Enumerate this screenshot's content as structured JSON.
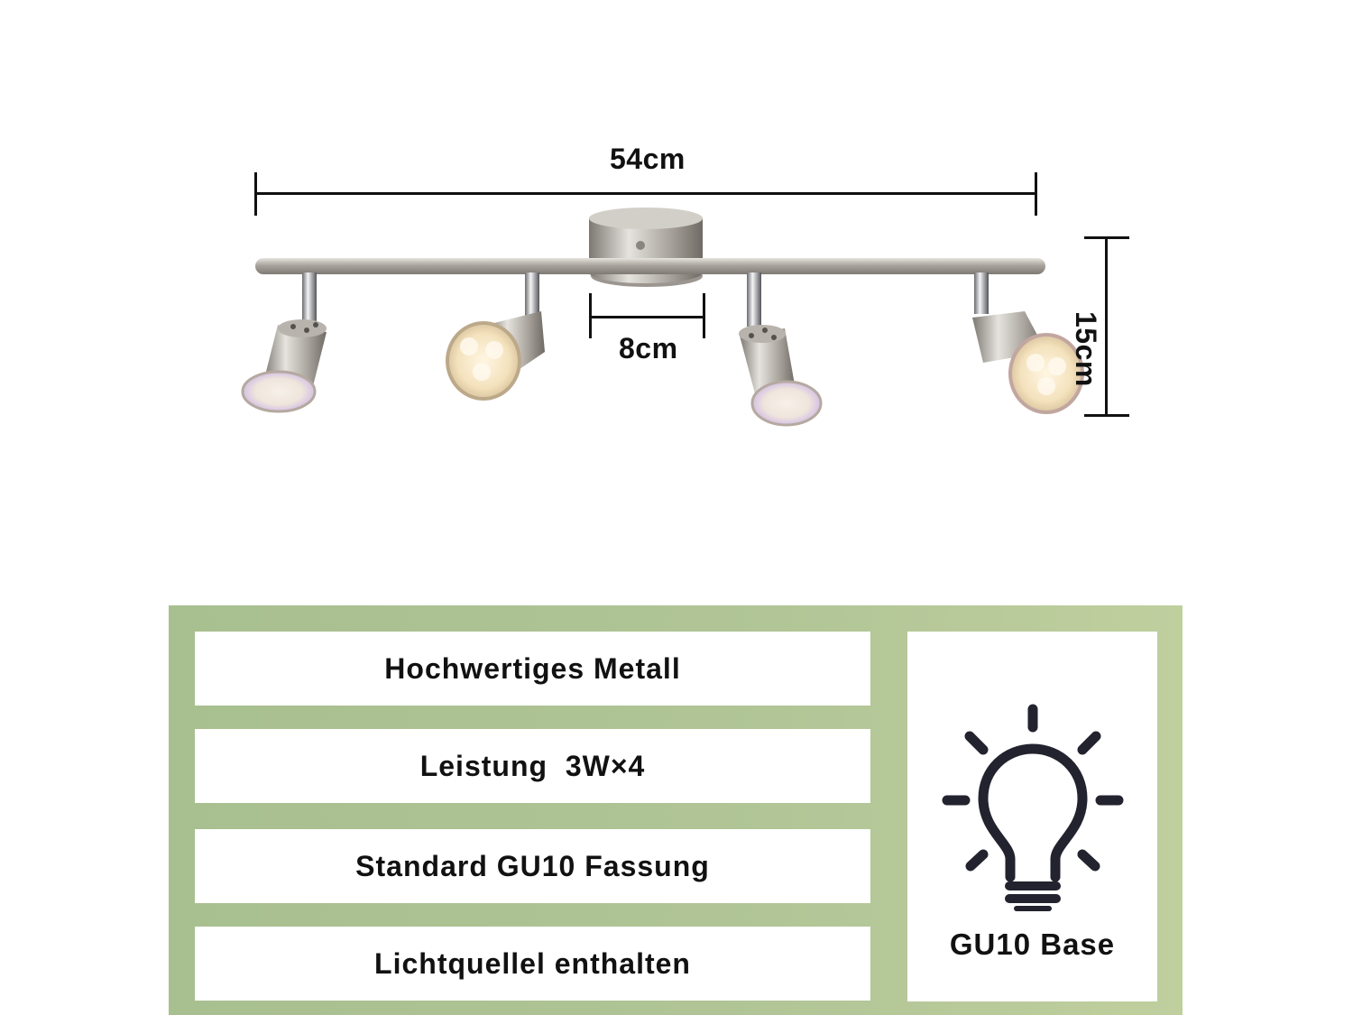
{
  "dimensions": {
    "width_label": "54cm",
    "height_label": "15cm",
    "spacing_label": "8cm"
  },
  "features": [
    "Hochwertiges Metall",
    "Leistung  3W×4",
    "Standard GU10 Fassung",
    "Lichtquellel enthalten"
  ],
  "base_label": "GU10 Base",
  "colors": {
    "panel_green": "#aec393",
    "icon_dark": "#23232f",
    "metal": "#b9b4ad"
  },
  "icons": [
    "light-bulb-icon"
  ]
}
